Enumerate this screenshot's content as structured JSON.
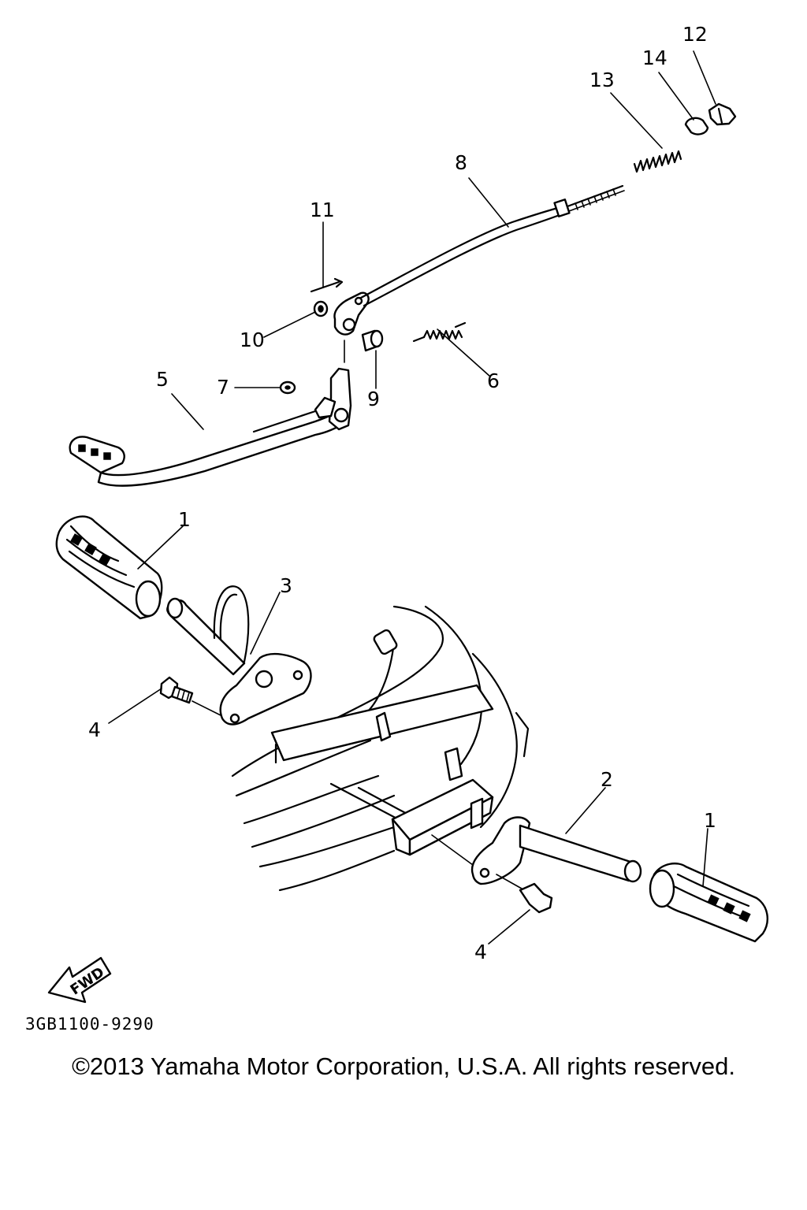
{
  "callouts": {
    "c1a": "1",
    "c1b": "1",
    "c2": "2",
    "c3": "3",
    "c4a": "4",
    "c4b": "4",
    "c5": "5",
    "c6": "6",
    "c7": "7",
    "c8": "8",
    "c9": "9",
    "c10": "10",
    "c11": "11",
    "c12": "12",
    "c13": "13",
    "c14": "14"
  },
  "fwd_label": "FWD",
  "diagram_code": "3GB1100-9290",
  "copyright": "©2013 Yamaha Motor Corporation, U.S.A. All rights reserved."
}
